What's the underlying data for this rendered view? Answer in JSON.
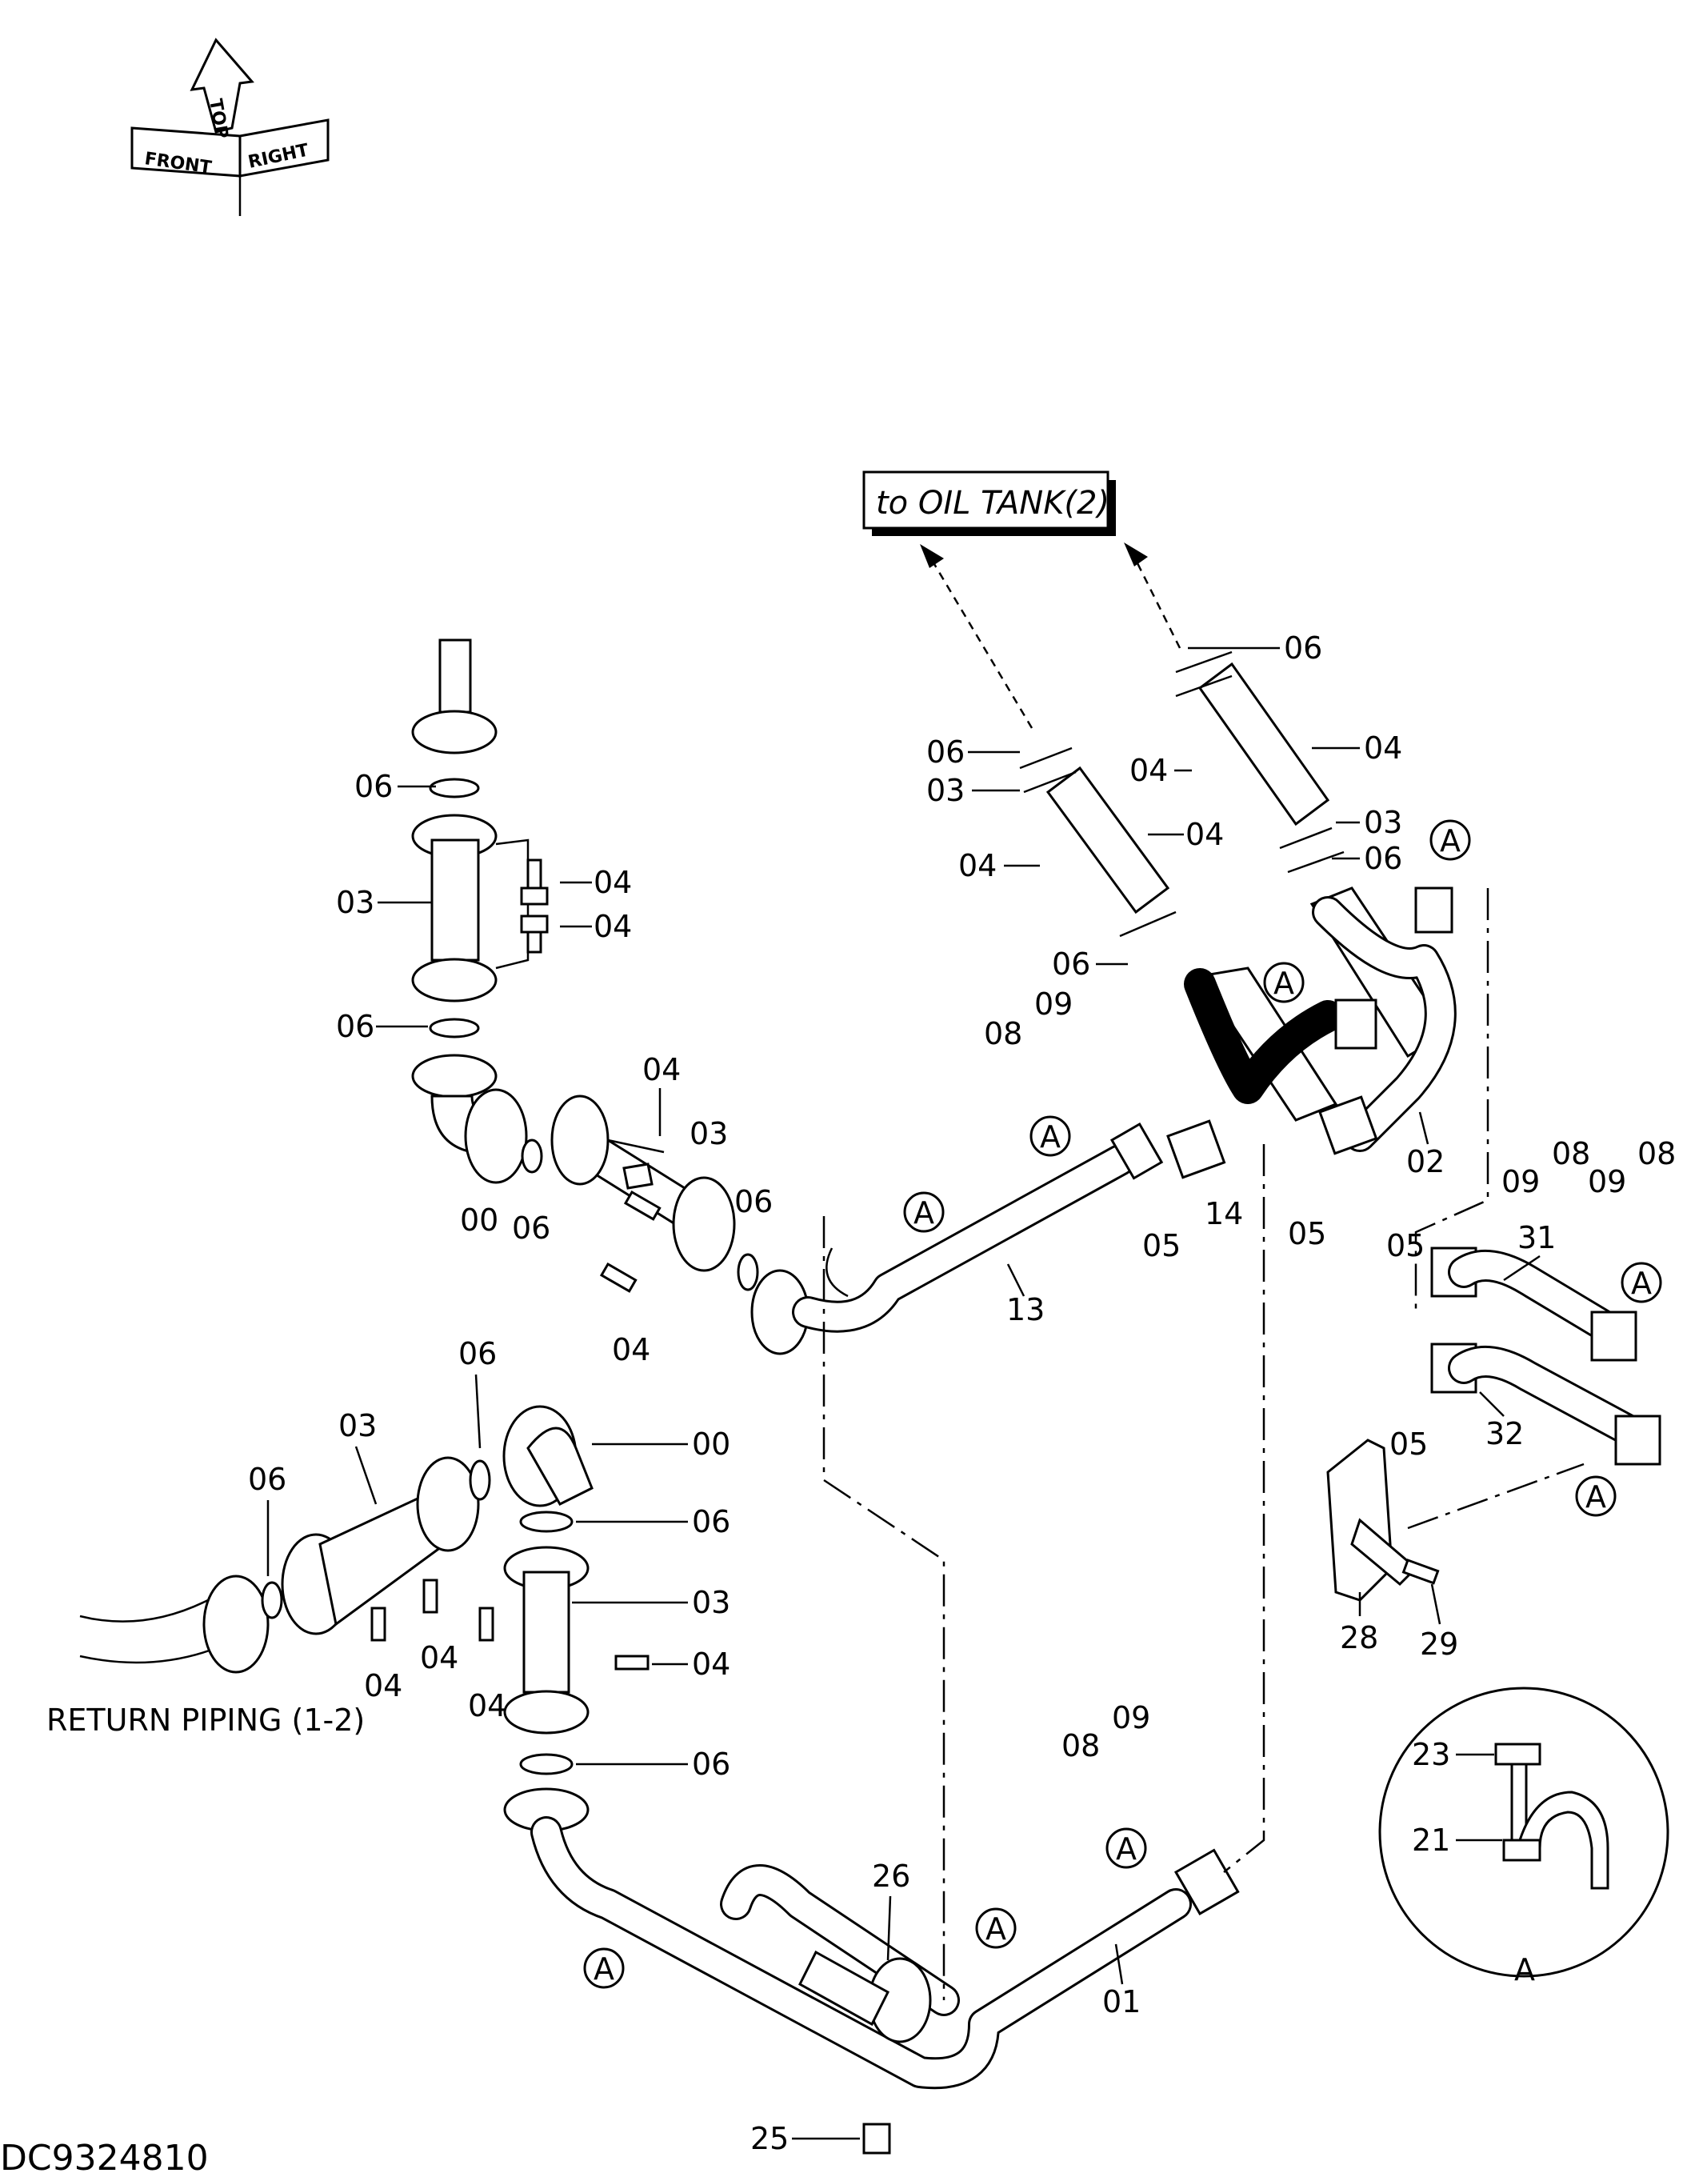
{
  "drawing_code": "DC9324810",
  "orientation": {
    "front": "FRONT",
    "top": "TOP",
    "right": "RIGHT"
  },
  "destination_label": "to OIL TANK(2)",
  "return_label": "RETURN  PIPING  (1-2)",
  "detail_view_label": "A",
  "callout_letter": "A",
  "parts": {
    "p00": "00",
    "p01": "01",
    "p02": "02",
    "p03": "03",
    "p04": "04",
    "p05": "05",
    "p06": "06",
    "p08": "08",
    "p09": "09",
    "p13": "13",
    "p14": "14",
    "p21": "21",
    "p23": "23",
    "p25": "25",
    "p26": "26",
    "p28": "28",
    "p29": "29",
    "p31": "31",
    "p32": "32"
  }
}
